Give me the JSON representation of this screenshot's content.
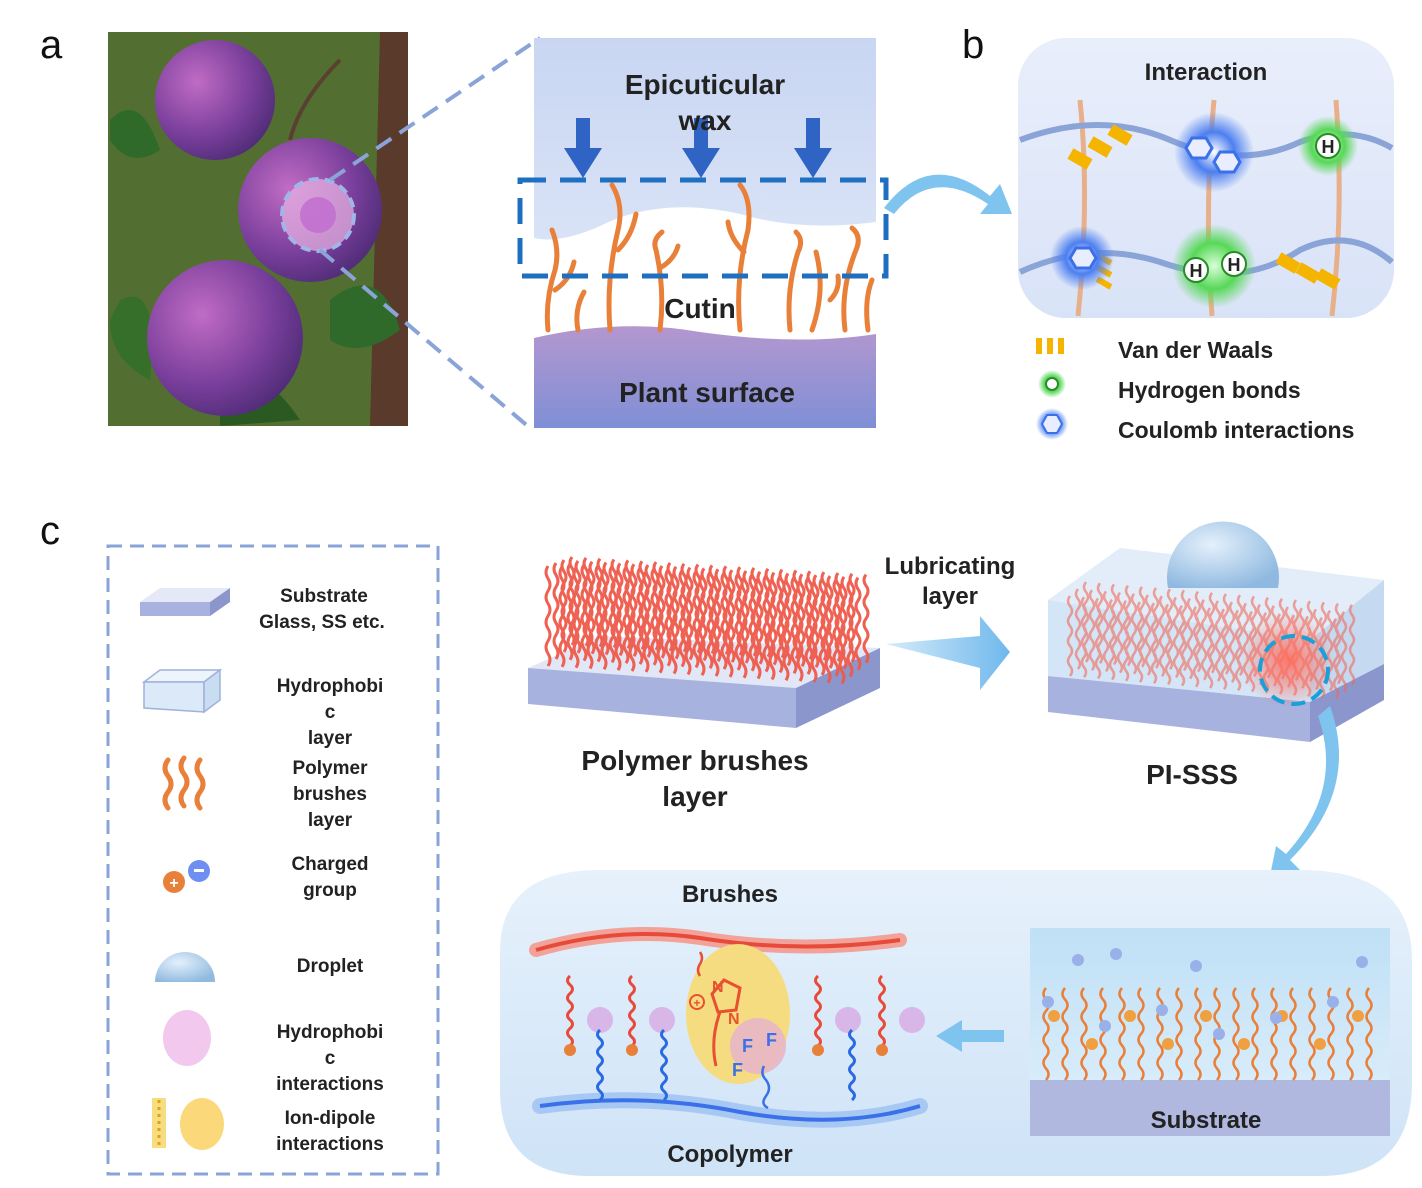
{
  "panel_labels": {
    "a": "a",
    "b": "b",
    "c": "c"
  },
  "panel_a": {
    "wax_label_line1": "Epicuticular",
    "wax_label_line2": "wax",
    "cutin_label": "Cutin",
    "surface_label": "Plant surface"
  },
  "panel_b": {
    "title": "Interaction",
    "h_mark": "H",
    "legend": [
      {
        "label": "Van der Waals",
        "icon": "vdw-bars-icon"
      },
      {
        "label": "Hydrogen bonds",
        "icon": "green-circle-icon"
      },
      {
        "label": "Coulomb interactions",
        "icon": "blue-hexagon-icon"
      }
    ]
  },
  "panel_c": {
    "legend": [
      {
        "lines": [
          "Substrate",
          "Glass, SS etc."
        ],
        "icon": "substrate-slab-icon"
      },
      {
        "lines": [
          "Hydrophobi",
          "c",
          "layer"
        ],
        "icon": "hydrophobic-layer-icon"
      },
      {
        "lines": [
          "Polymer",
          "brushes",
          "layer"
        ],
        "icon": "polymer-brush-icon"
      },
      {
        "lines": [
          "Charged",
          "group"
        ],
        "icon": "charged-group-icon"
      },
      {
        "lines": [
          "Droplet"
        ],
        "icon": "droplet-icon"
      },
      {
        "lines": [
          "Hydrophobi",
          "c",
          "interactions"
        ],
        "icon": "hydrophobic-interaction-icon"
      },
      {
        "lines": [
          "Ion-dipole",
          "interactions"
        ],
        "icon": "ion-dipole-icon"
      }
    ],
    "brushes_caption_line1": "Polymer brushes",
    "brushes_caption_line2": "layer",
    "arrow_label_line1": "Lubricating",
    "arrow_label_line2": "layer",
    "pisss_caption": "PI-SSS",
    "detail_brushes_label": "Brushes",
    "detail_copolymer_label": "Copolymer",
    "detail_substrate_label": "Substrate",
    "plus_sign": "+",
    "fluorine": "F",
    "nitrogen": "N"
  },
  "colors": {
    "wax_blue": "#c9d6f2",
    "dash_blue": "#1f6fc0",
    "cutin_orange": "#e8803a",
    "surface_purple": "#8f86cc",
    "h_green": "#4fd14f",
    "coulomb_blue": "#3a70e8",
    "vdw_yellow": "#f5b400",
    "brush_red": "#ef5a4a",
    "arrow_blue": "#7fc4ee"
  }
}
